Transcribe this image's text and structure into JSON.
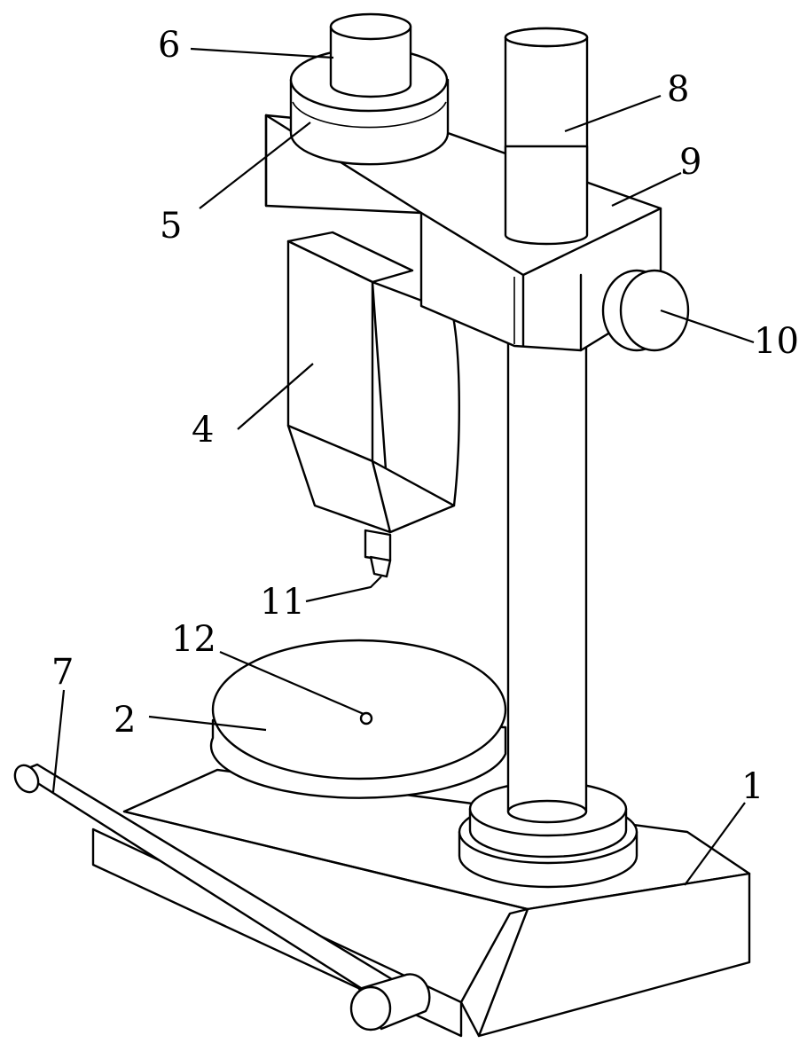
{
  "figure": {
    "labels": {
      "l1": "1",
      "l2": "2",
      "l4": "4",
      "l5": "5",
      "l6": "6",
      "l7": "7",
      "l8": "8",
      "l9": "9",
      "l10": "10",
      "l11": "11",
      "l12": "12"
    }
  }
}
